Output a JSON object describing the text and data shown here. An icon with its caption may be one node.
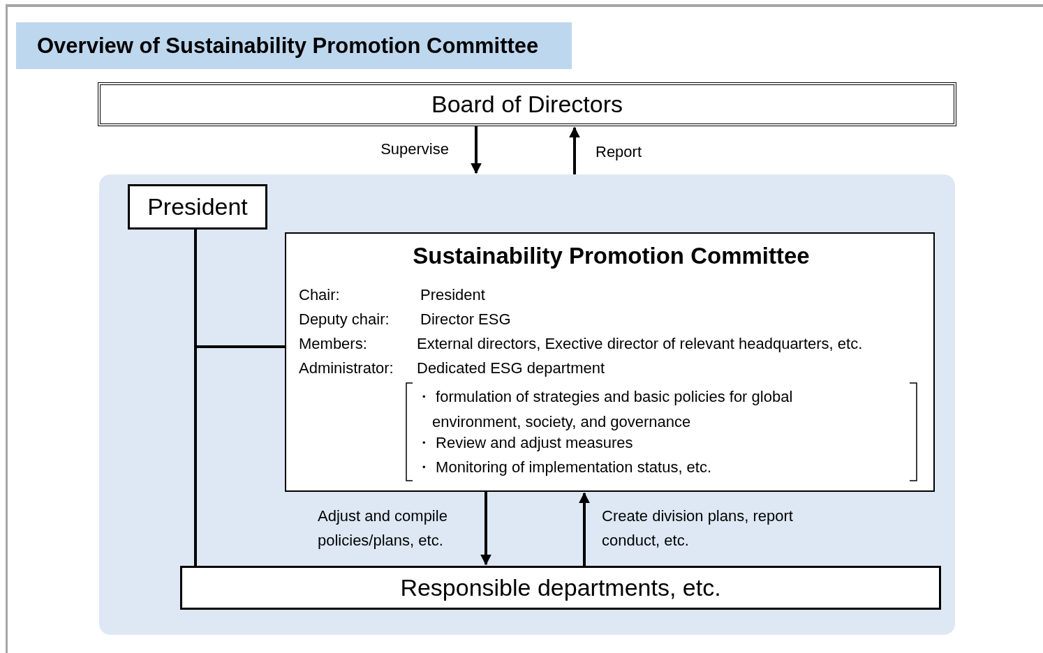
{
  "diagram": {
    "title": "Overview of Sustainability Promotion Committee",
    "nodes": [
      {
        "text": [
          "Board of Directors"
        ]
      },
      {
        "text": [],
        "shape": "box"
      },
      {
        "text": [
          "President"
        ],
        "in": 1
      },
      {
        "text": [
          "Sustainability Promotion Committee",
          "Chair:",
          "President",
          "Deputy chair:",
          "Director ESG",
          "Members:",
          "External directors, Exective director of relevant headquarters, etc.",
          "Administrator:",
          "Dedicated ESG department",
          "・ formulation of strategies and basic policies for global environment, society, and governance",
          "・ Review and adjust measures",
          "・ Monitoring of implementation status, etc."
        ],
        "in": 1
      },
      {
        "text": [
          "Responsible departments, etc."
        ],
        "in": 1
      }
    ],
    "edges": [
      {
        "from": 0,
        "to": 1,
        "arrow": "to",
        "label": "Supervise"
      },
      {
        "from": 1,
        "to": 0,
        "arrow": "to",
        "label": "Report"
      },
      {
        "from": 2,
        "to": 3,
        "arrow": "none"
      },
      {
        "from": 2,
        "to": 4,
        "arrow": "none"
      },
      {
        "from": 3,
        "to": 4,
        "arrow": "to",
        "label": "Adjust and compile policies/plans, etc."
      },
      {
        "from": 4,
        "to": 3,
        "arrow": "to",
        "label": "Create division plans, report conduct, etc."
      }
    ]
  }
}
